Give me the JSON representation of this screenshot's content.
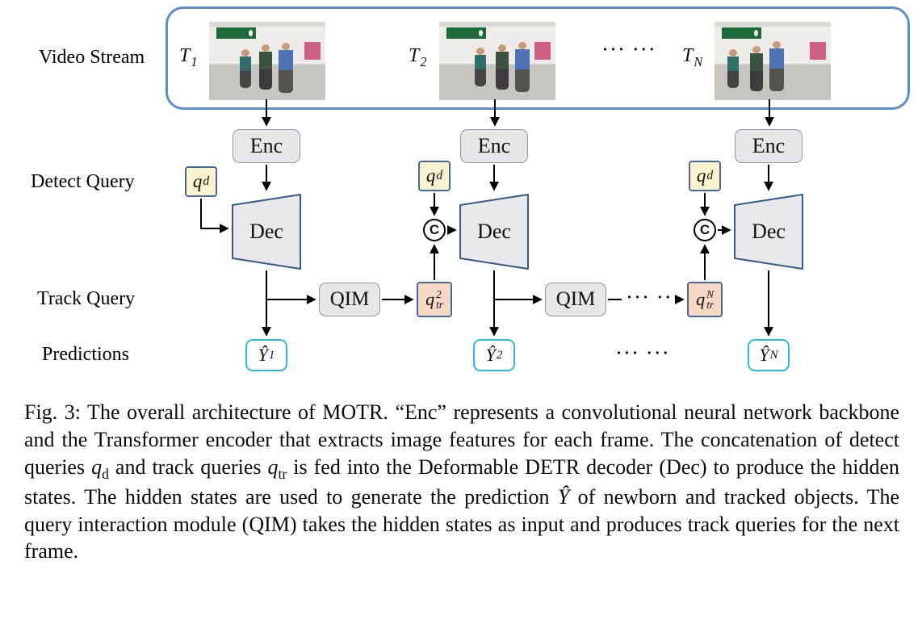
{
  "figure": {
    "row_labels": {
      "video_stream": "Video Stream",
      "detect_query": "Detect Query",
      "track_query": "Track Query",
      "predictions": "Predictions"
    },
    "t_base": "T",
    "frames": [
      {
        "sub": "1"
      },
      {
        "sub": "2"
      },
      {
        "sub": "N"
      }
    ],
    "dots": "··· ···",
    "enc_label": "Enc",
    "dec_label": "Dec",
    "qim_label": "QIM",
    "concat_label": "C",
    "qd": {
      "base": "q",
      "sub": "d"
    },
    "qtr_2": {
      "base": "q",
      "sub": "tr",
      "sup": "2"
    },
    "qtr_N": {
      "base": "q",
      "sub": "tr",
      "sup": "N"
    },
    "pred_1": {
      "base": "Ŷ",
      "sub": "1"
    },
    "pred_2": {
      "base": "Ŷ",
      "sub": "2"
    },
    "pred_N": {
      "base": "Ŷ",
      "sub": "N"
    },
    "colors": {
      "stream_border": "#5d8ecb",
      "box_fill": "#e7e7ea",
      "box_border": "#8f96a2",
      "detect_query_fill": "#fbf2d0",
      "track_query_fill": "#f8d8c5",
      "query_border": "#46699b",
      "decoder_border": "#35598a",
      "prediction_border": "#2fb9d8",
      "arrow": "#000000"
    }
  },
  "caption": {
    "seg0": "Fig. 3: The overall architecture of MOTR. “Enc” represents a convolutional neural network backbone and the Transformer encoder that extracts image features for each frame. The concatenation of detect queries ",
    "qd_base": "q",
    "qd_sub": "d",
    "seg1": " and track queries ",
    "qtr_base": "q",
    "qtr_sub": "tr",
    "seg2": " is fed into the Deformable DETR decoder (Dec) to produce the hidden states. The hidden states are used to generate the prediction ",
    "yhat": "Ŷ",
    "seg3": " of newborn and tracked objects. The query interaction module (QIM) takes the hidden states as input and produces track queries for the next frame."
  }
}
